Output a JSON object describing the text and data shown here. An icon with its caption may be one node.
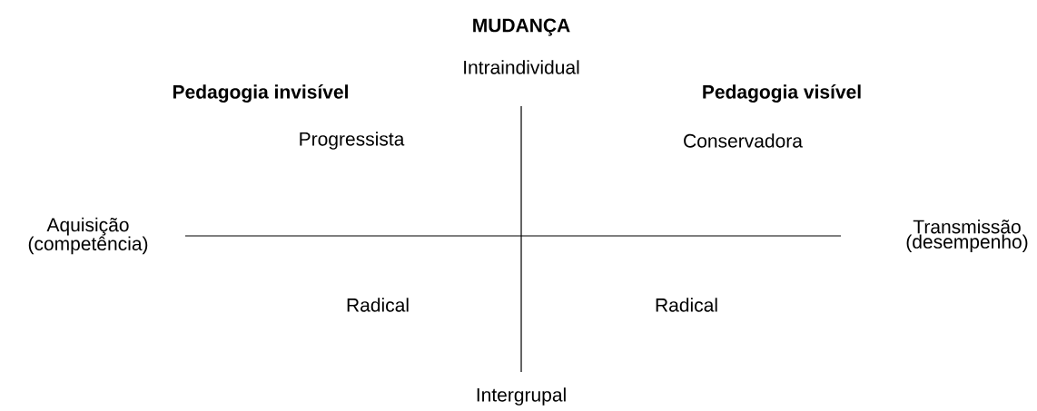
{
  "diagram": {
    "title": "MUDANÇA",
    "labels": [
      "Intraindividual",
      "Pedagogia invisível",
      "Pedagogia visível",
      "Progressista",
      "Conservadora",
      "Aquisição (competência)",
      "Transmissão (desempenho)",
      "Radical",
      "Radical",
      "Intergrupal"
    ]
  }
}
